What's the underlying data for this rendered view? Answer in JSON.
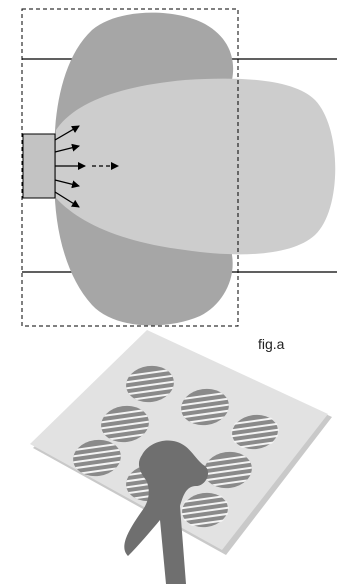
{
  "figure": {
    "caption": "fig.a"
  },
  "colors": {
    "outer_lobe": "#a6a6a6",
    "main_lobe": "#cdcdcd",
    "source_block": "#c3c3c3",
    "line": "#000000",
    "plate": "#e2e2e2",
    "plate_shadow": "#c9c9c9",
    "speaker_grille": "#8a8a8a",
    "speaker_slot": "#f4f4f4",
    "sensor_body": "#6f6f6f"
  },
  "icons": {
    "emitter": "sound-source-block",
    "rays": "arrow-ray",
    "sensor": "probe-silhouette"
  }
}
